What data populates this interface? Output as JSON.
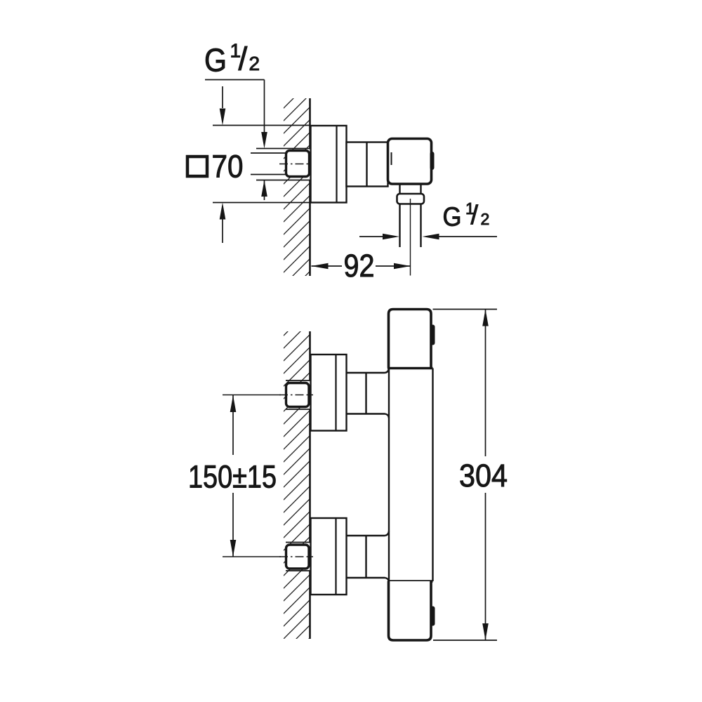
{
  "page": {
    "background": "#ffffff",
    "ink": "#161616"
  },
  "top_view": {
    "inlet_thread": {
      "g": "G",
      "num": "1",
      "slash": "/",
      "den": "2"
    },
    "escutcheon_size": {
      "symbol": "square-symbol",
      "value": "70"
    },
    "outlet_thread": {
      "g": "G",
      "num": "1",
      "slash": "/",
      "den": "2"
    },
    "wall_to_outlet_center": "92"
  },
  "side_view": {
    "connection_spacing": "150±15",
    "overall_height": "304"
  }
}
